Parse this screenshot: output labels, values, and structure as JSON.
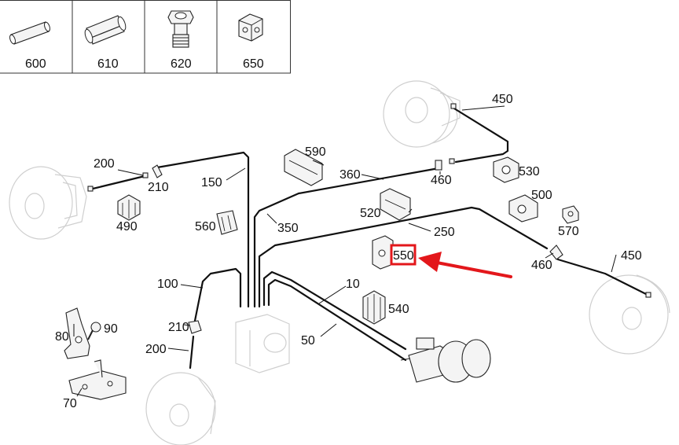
{
  "legend": {
    "items": [
      {
        "label": "600",
        "icon": "sleeve-tube-icon"
      },
      {
        "label": "610",
        "icon": "hex-coupling-icon"
      },
      {
        "label": "620",
        "icon": "fitting-nut-icon"
      },
      {
        "label": "650",
        "icon": "bracket-block-icon"
      }
    ]
  },
  "callouts": {
    "c450_top": "450",
    "c200_left": "200",
    "c210_left": "210",
    "c150": "150",
    "c490": "490",
    "c590": "590",
    "c360": "360",
    "c460_top": "460",
    "c530": "530",
    "c500": "500",
    "c570": "570",
    "c520": "520",
    "c250": "250",
    "c350": "350",
    "c560": "560",
    "c460_right": "460",
    "c450_right": "450",
    "c100": "100",
    "c10": "10",
    "c540": "540",
    "c90": "90",
    "c80": "80",
    "c210_bottom": "210",
    "c200_bottom": "200",
    "c50": "50",
    "c70": "70"
  },
  "highlight": {
    "label": "550",
    "box_color": "#e3171b",
    "arrow_color": "#e3171b"
  }
}
